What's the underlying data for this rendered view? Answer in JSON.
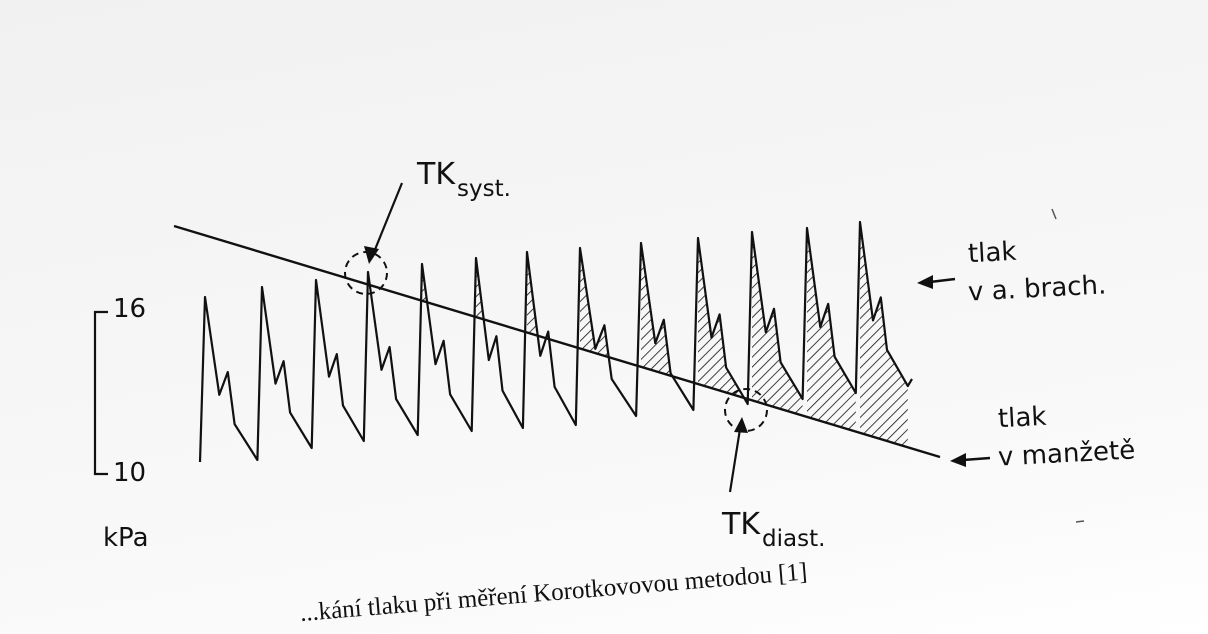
{
  "figure": {
    "systolic_label": {
      "main": "TK",
      "sub": "syst."
    },
    "diastolic_label": {
      "main": "TK",
      "sub": "diast."
    },
    "artery_label": [
      "tlak",
      "v a. brach."
    ],
    "cuff_label": [
      "tlak",
      "v  manžetě"
    ],
    "scale": {
      "top": "16",
      "bottom": "10",
      "unit": "kPa"
    }
  },
  "caption": "...kání tlaku při měření Korotkovovou metodou [1]"
}
